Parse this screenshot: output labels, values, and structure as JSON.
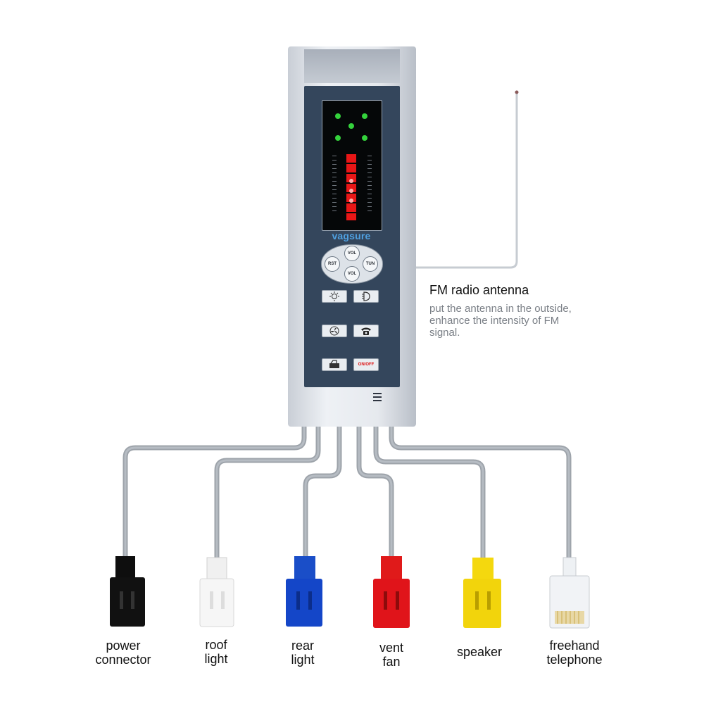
{
  "brand": "vagsure",
  "controls": {
    "vol_up": "VOL",
    "vol_down": "VOL",
    "reset": "RST",
    "tune": "TUN",
    "onoff": "ON/OFF"
  },
  "antenna": {
    "title": "FM radio antenna",
    "description": "put the antenna in the outside, enhance the intensity of FM signal."
  },
  "connectors": [
    {
      "line1": "power",
      "line2": "connector",
      "color": "#111111"
    },
    {
      "line1": "roof",
      "line2": "light",
      "color": "#f4f4f4"
    },
    {
      "line1": "rear",
      "line2": "light",
      "color": "#1446c8"
    },
    {
      "line1": "vent",
      "line2": "fan",
      "color": "#e0141a"
    },
    {
      "line1": "speaker",
      "line2": "",
      "color": "#f2d40c"
    },
    {
      "line1": "freehand",
      "line2": "telephone",
      "color": "#e8ecf0"
    }
  ],
  "indicator_colors": {
    "green": "#34d23c",
    "red": "#ff1a1a",
    "face": "#34465c"
  }
}
